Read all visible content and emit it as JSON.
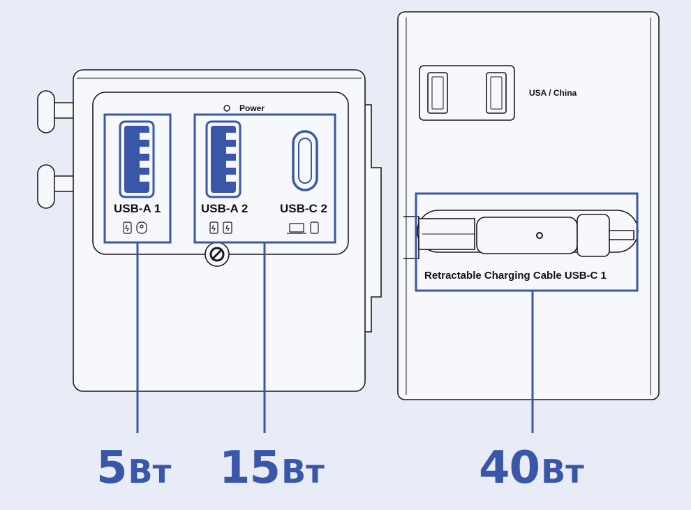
{
  "labels": {
    "power": "Power",
    "usb_a_1": "USB-A 1",
    "usb_a_2": "USB-A 2",
    "usb_c_2": "USB-C 2",
    "plug_region": "USA / China",
    "cable": "Retractable Charging Cable USB-C 1"
  },
  "wattages": [
    {
      "value": "5",
      "unit": "Вт"
    },
    {
      "value": "15",
      "unit": "Вт"
    },
    {
      "value": "40",
      "unit": "Вт"
    }
  ],
  "colors": {
    "background": "#e7ecf7",
    "accent": "#3a56a8",
    "outline": "#1a1a1a",
    "device": "#f7f8fb"
  }
}
